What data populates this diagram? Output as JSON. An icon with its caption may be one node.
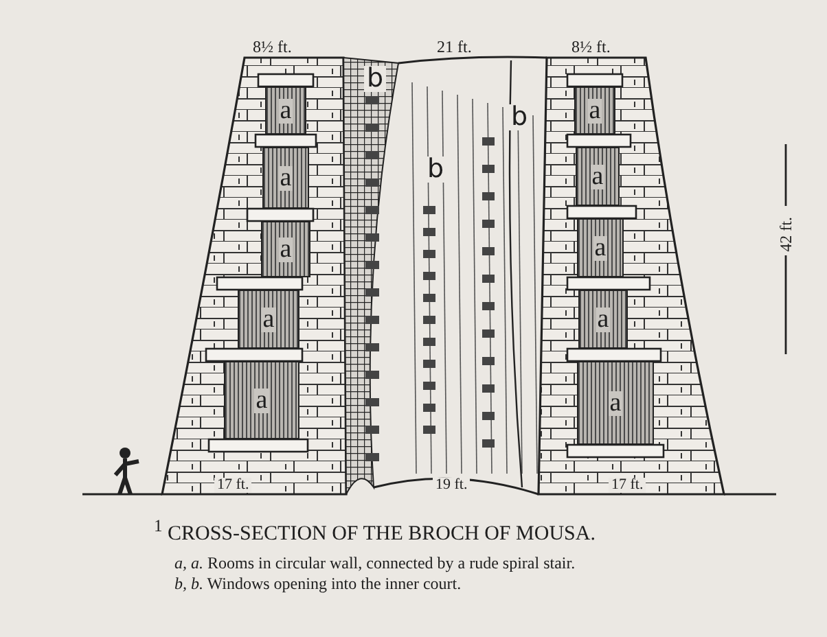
{
  "diagram": {
    "caption": "$^{1}$ CROSS-SECTION OF THE BROCH OF MOUSA.",
    "nodes": [
      {
        "text": [
          "a"
        ]
      },
      {
        "text": [
          "a"
        ]
      },
      {
        "text": [
          "a"
        ]
      },
      {
        "text": [
          "a"
        ]
      },
      {
        "text": [
          "a"
        ]
      },
      {
        "text": [
          "a"
        ]
      },
      {
        "text": [
          "a"
        ]
      },
      {
        "text": [
          "a"
        ]
      },
      {
        "text": [
          "a"
        ]
      },
      {
        "text": [
          "a"
        ]
      }
    ],
    "edges": [],
    "labels": [
      "8½ ft.",
      "21 ft.",
      "8½ ft.",
      "b",
      "b",
      "b",
      "42 ft.",
      "17 ft.",
      "19 ft.",
      "17 ft.",
      "*a, a.* Rooms in circular wall, connected by a rude spiral stair.",
      "*b, b.* Windows opening into the inner court."
    ]
  }
}
